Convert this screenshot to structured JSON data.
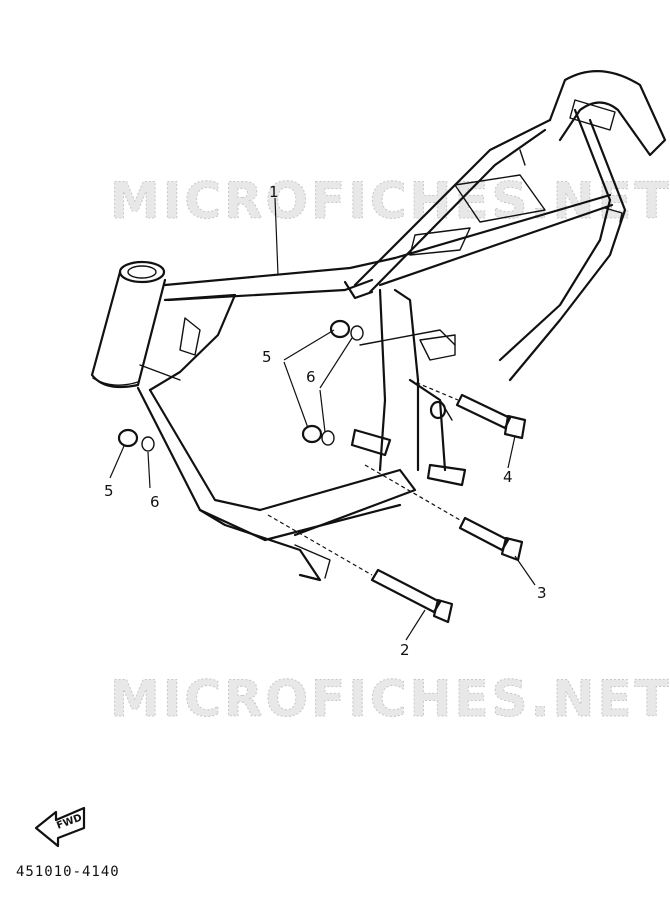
{
  "watermark": "MICROFICHES.NET",
  "part_callouts": [
    {
      "label": "1",
      "part": "frame"
    },
    {
      "label": "2",
      "part": "bolt-long"
    },
    {
      "label": "3",
      "part": "bolt-middle"
    },
    {
      "label": "4",
      "part": "bolt-upper"
    },
    {
      "label": "5",
      "part": "nut"
    },
    {
      "label": "6",
      "part": "washer"
    }
  ],
  "forward_label": "FWD",
  "reference_code": "451010-4140"
}
